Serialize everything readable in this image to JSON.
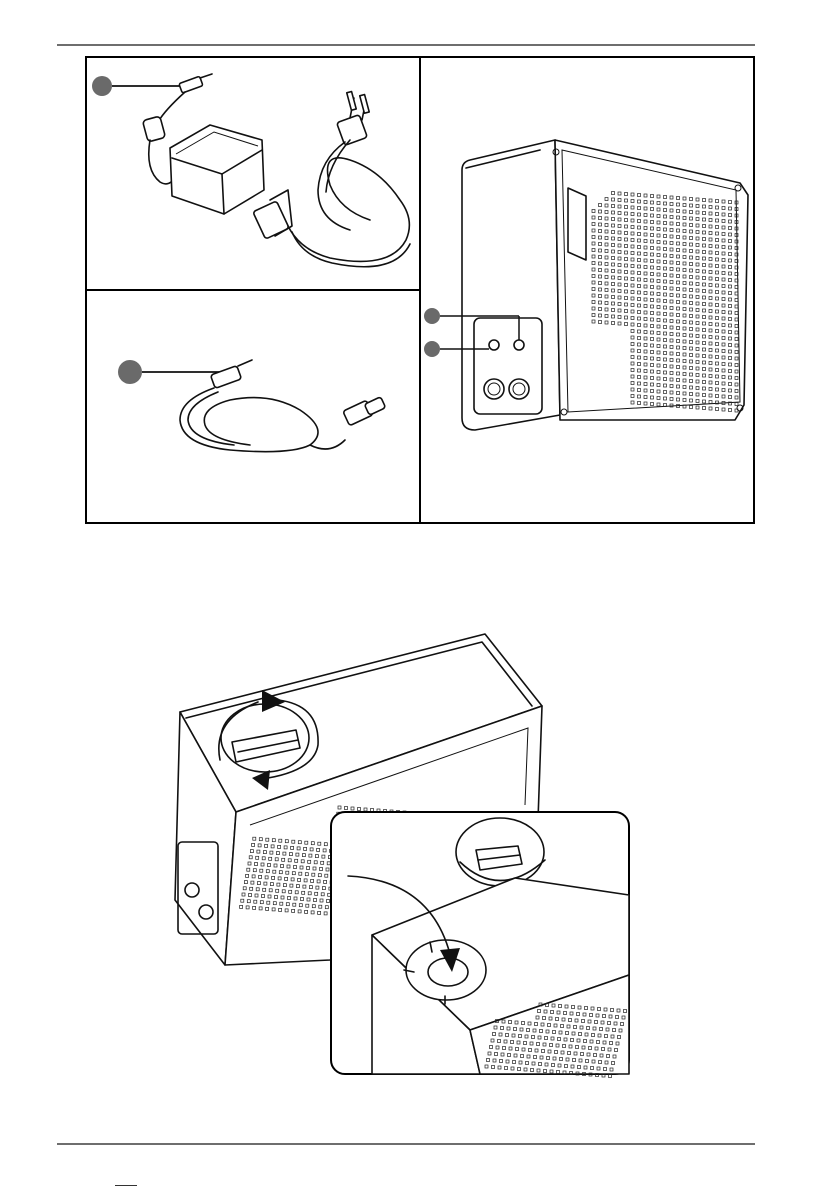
{
  "page": {
    "header_rule": true,
    "footer_rule": true
  },
  "figure1": {
    "panels": [
      "power-adapter",
      "dc-cable",
      "device-rear-view"
    ],
    "callouts": [
      {
        "panel": "power-adapter",
        "label": ""
      },
      {
        "panel": "dc-cable",
        "label": ""
      },
      {
        "panel": "device-rear-view",
        "label": ""
      },
      {
        "panel": "device-rear-view",
        "label": ""
      }
    ]
  },
  "figure2": {
    "panels": [
      "device-top-cap-rotation",
      "cap-removed-detail"
    ],
    "arrows": [
      "rotate-clockwise-arrow",
      "rotate-counterclockwise-arrow",
      "insert-arrow"
    ]
  },
  "colors": {
    "line": "#111111",
    "callout": "#6a6a6a",
    "rule": "#6e6e6e"
  }
}
